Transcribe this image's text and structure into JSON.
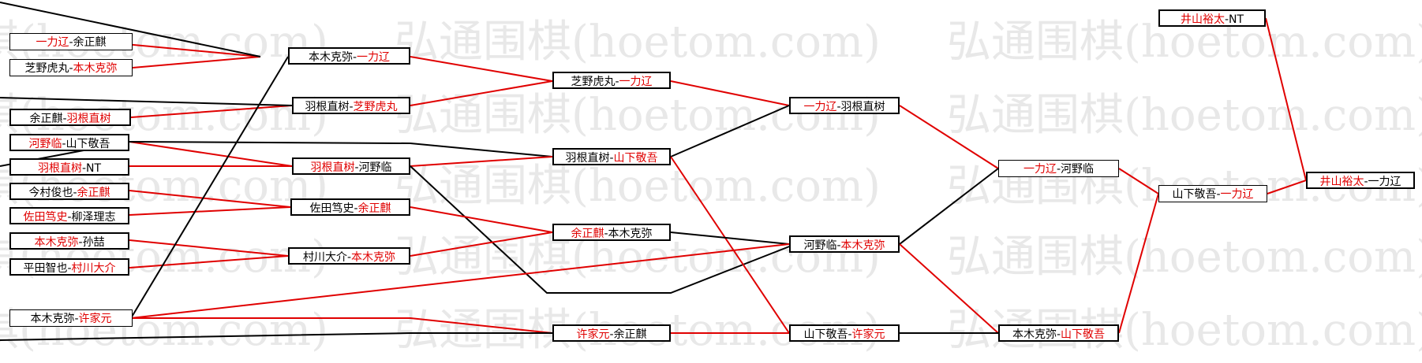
{
  "watermark": "弘通围棋(hoetom.com)",
  "colors": {
    "winner": "#e00000",
    "loser": "#000000",
    "red_line": "#e00000",
    "black_line": "#000000"
  },
  "matches": {
    "r1_1": {
      "p1": "一力辽",
      "p2": "余正麒",
      "winner": 1
    },
    "r1_2": {
      "p1": "芝野虎丸",
      "p2": "本木克弥",
      "winner": 2
    },
    "r1_3": {
      "p1": "余正麒",
      "p2": "羽根直树",
      "winner": 2
    },
    "r1_4": {
      "p1": "河野临",
      "p2": "山下敬吾",
      "winner": 1
    },
    "r1_5": {
      "p1": "羽根直树",
      "p2": "NT",
      "winner": 1
    },
    "r1_6": {
      "p1": "今村俊也",
      "p2": "余正麒",
      "winner": 2
    },
    "r1_7": {
      "p1": "佐田笃史",
      "p2": "柳泽理志",
      "winner": 1
    },
    "r1_8": {
      "p1": "本木克弥",
      "p2": "孙喆",
      "winner": 1
    },
    "r1_9": {
      "p1": "平田智也",
      "p2": "村川大介",
      "winner": 2
    },
    "r1_10": {
      "p1": "本木克弥",
      "p2": "许家元",
      "winner": 2
    },
    "r2_1": {
      "p1": "本木克弥",
      "p2": "一力辽",
      "winner": 2
    },
    "r2_2": {
      "p1": "羽根直树",
      "p2": "芝野虎丸",
      "winner": 2
    },
    "r2_3": {
      "p1": "羽根直树",
      "p2": "河野临",
      "winner": 1
    },
    "r2_4": {
      "p1": "佐田笃史",
      "p2": "余正麒",
      "winner": 2
    },
    "r2_5": {
      "p1": "村川大介",
      "p2": "本木克弥",
      "winner": 2
    },
    "r3_1": {
      "p1": "芝野虎丸",
      "p2": "一力辽",
      "winner": 2
    },
    "r3_2": {
      "p1": "羽根直树",
      "p2": "山下敬吾",
      "winner": 2
    },
    "r3_3": {
      "p1": "余正麒",
      "p2": "本木克弥",
      "winner": 1
    },
    "r3_4": {
      "p1": "许家元",
      "p2": "余正麒",
      "winner": 1
    },
    "r4_1": {
      "p1": "一力辽",
      "p2": "羽根直树",
      "winner": 1
    },
    "r4_2": {
      "p1": "河野临",
      "p2": "本木克弥",
      "winner": 2
    },
    "r4_3": {
      "p1": "山下敬吾",
      "p2": "许家元",
      "winner": 2
    },
    "r5_1": {
      "p1": "一力辽",
      "p2": "河野临",
      "winner": 1
    },
    "r5_2": {
      "p1": "本木克弥",
      "p2": "山下敬吾",
      "winner": 2
    },
    "r6_1": {
      "p1": "山下敬吾",
      "p2": "一力辽",
      "winner": 2
    },
    "final": {
      "p1": "井山裕太",
      "p2": "一力辽",
      "winner": 1
    },
    "seed": {
      "p1": "井山裕太",
      "p2": "NT",
      "winner": 1
    }
  }
}
